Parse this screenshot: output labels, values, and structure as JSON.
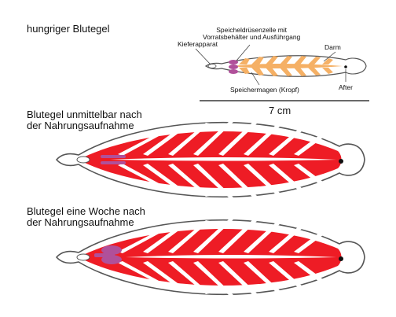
{
  "hungry": {
    "title": "hungriger Blutegel",
    "labels": {
      "jaw": "Kieferapparat",
      "salivary_line1": "Speicheldrüsenzelle mit",
      "salivary_line2": "Vorratsbehälter und Ausführgang",
      "gut": "Darm",
      "stomach": "Speichermagen (Kropf)",
      "anus": "After"
    },
    "scale": "7 cm"
  },
  "fed": {
    "title_line1": "Blutegel unmittelbar nach",
    "title_line2": "der Nahrungsaufnahme"
  },
  "week": {
    "title_line1": "Blutegel eine Woche nach",
    "title_line2": "der Nahrungsaufnahme"
  },
  "colors": {
    "gut_hungry": "#f5b065",
    "gut_fed": "#ee1c25",
    "salivary": "#b0509a",
    "outline": "#555555"
  }
}
